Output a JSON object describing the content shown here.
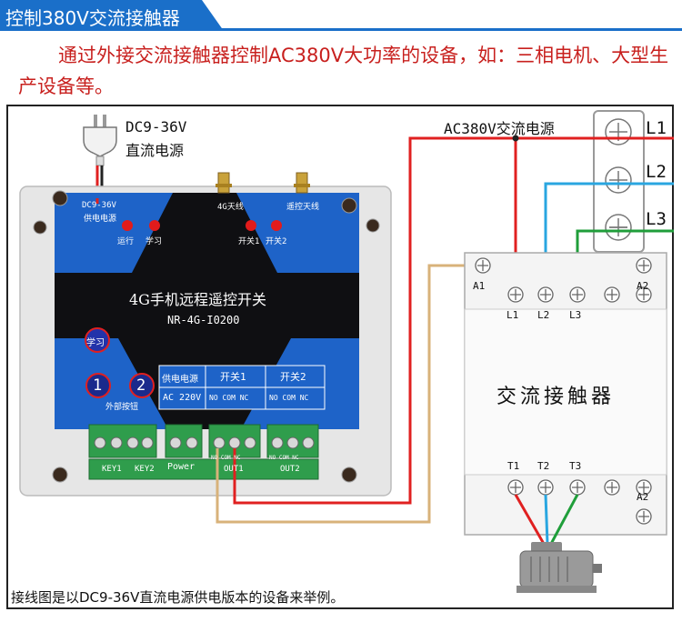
{
  "header": {
    "title": "控制380V交流接触器",
    "bar_color": "#1a6fc9"
  },
  "intro_text": "通过外接交流接触器控制AC380V大功率的设备，如：三相电机、大型生产设备等。",
  "power_supply": {
    "line1": "DC9-36V",
    "line2": "直流电源"
  },
  "ac_source_label": "AC380V交流电源",
  "phases": [
    "L1",
    "L2",
    "L3"
  ],
  "device": {
    "label_dc": "DC9-36V",
    "label_supply": "供电电源",
    "label_antenna_4g": "4G天线",
    "label_antenna_rc": "遥控天线",
    "led_run": "运行",
    "led_learn": "学习",
    "led_sw1": "开关1",
    "led_sw2": "开关2",
    "title": "4G手机远程遥控开关",
    "model": "NR-4G-I0200",
    "learn_button": "学习",
    "btn1": "1",
    "btn2": "2",
    "ext_buttons": "外部按钮",
    "table_head": [
      "供电电源",
      "开关1",
      "开关2"
    ],
    "table_row": [
      "AC 220V",
      "NO COM NC",
      "NO COM NC"
    ],
    "terminal_labels": [
      "KEY1",
      "KEY2",
      "Power",
      "OUT1",
      "OUT2"
    ],
    "terminal_sub": [
      "NO COM NC",
      "NO COM NC"
    ]
  },
  "contactor": {
    "name": "交流接触器",
    "top_labels": [
      "A1",
      "A2",
      "L1",
      "L2",
      "L3"
    ],
    "bottom_labels": [
      "T1",
      "T2",
      "T3",
      "A2"
    ]
  },
  "caption": "接线图是以DC9-36V直流电源供电版本的设备来举例。",
  "colors": {
    "red": "#e02020",
    "blue": "#29a6e0",
    "green": "#1f9e3a",
    "tan": "#d8b27a",
    "device_blue": "#1e63c8"
  },
  "icons": [
    "plug-icon",
    "antenna-icon",
    "screw-terminal-icon",
    "motor-icon"
  ]
}
